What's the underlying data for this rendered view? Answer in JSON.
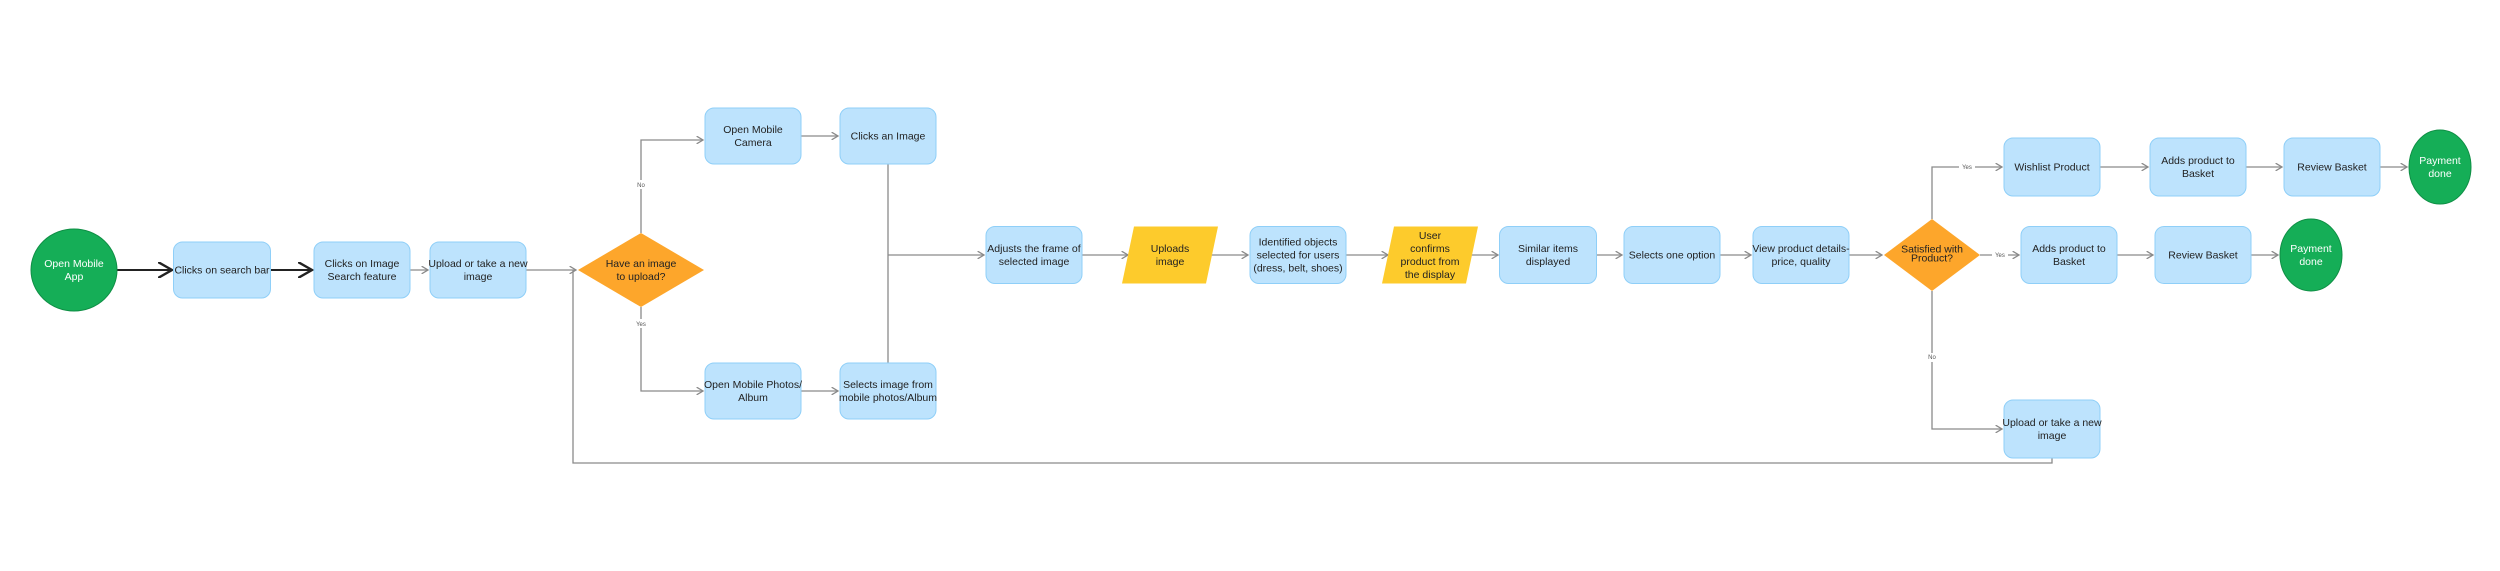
{
  "colors": {
    "process": "#bde3fd",
    "io": "#fdcb2c",
    "decision": "#fda62b",
    "terminal": "#15ae57",
    "connector": "#8a8a8a"
  },
  "nodes": {
    "start": [
      "Open Mobile",
      "App"
    ],
    "search_bar": [
      "Clicks on search bar"
    ],
    "image_search": [
      "Clicks on Image",
      "Search feature"
    ],
    "upload1": [
      "Upload or take a new",
      "image"
    ],
    "decision1": [
      "Have an image",
      "to upload?"
    ],
    "camera": [
      "Open Mobile",
      "Camera"
    ],
    "clicks_image": [
      "Clicks an Image"
    ],
    "photos": [
      "Open Mobile Photos/",
      "Album"
    ],
    "selects_image": [
      "Selects image from",
      "mobile photos/Album"
    ],
    "adjust": [
      "Adjusts the frame of",
      "selected image"
    ],
    "uploads": [
      "Uploads",
      "image"
    ],
    "identified": [
      "Identified objects",
      "selected for users",
      "(dress, belt, shoes)"
    ],
    "confirms": [
      "User",
      "confirms",
      "product from",
      "the display"
    ],
    "similar": [
      "Similar items",
      "displayed"
    ],
    "select_option": [
      "Selects one option"
    ],
    "view_details": [
      "View product details-",
      "price, quality"
    ],
    "decision2": [
      "Satisfied with",
      "Product?"
    ],
    "wishlist": [
      "Wishlist Product"
    ],
    "adds_top": [
      "Adds product to",
      "Basket"
    ],
    "review_top": [
      "Review Basket"
    ],
    "pay_top": [
      "Payment",
      "done"
    ],
    "adds_mid": [
      "Adds product to",
      "Basket"
    ],
    "review_mid": [
      "Review Basket"
    ],
    "pay_mid": [
      "Payment",
      "done"
    ],
    "upload2": [
      "Upload or take a new",
      "image"
    ]
  },
  "edge_labels": {
    "d1_no": "No",
    "d1_yes": "Yes",
    "d2_yes_top": "Yes",
    "d2_yes_mid": "Yes",
    "d2_no": "No"
  }
}
